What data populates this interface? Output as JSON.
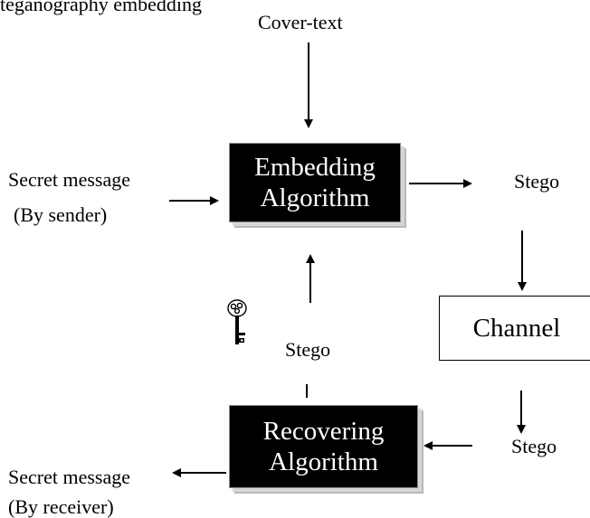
{
  "header_fragment": "teganography embedding",
  "cover_text": "Cover-text",
  "embedding_box": {
    "line1": "Embedding",
    "line2": "Algorithm"
  },
  "secret_sender": {
    "line1": "Secret message",
    "line2": "(By sender)"
  },
  "stego_top": "Stego",
  "channel": "Channel",
  "stego_key": "Stego",
  "stego_bottom": "Stego",
  "recovering_box": {
    "line1": "Recovering",
    "line2": "Algorithm"
  },
  "secret_receiver": {
    "line1": "Secret message",
    "line2": "(By receiver)"
  },
  "icons": {
    "key": "key-icon"
  },
  "colors": {
    "box_fill": "#000000",
    "box_text": "#ffffff",
    "shadow": "#c0c0c0",
    "line": "#000000"
  }
}
